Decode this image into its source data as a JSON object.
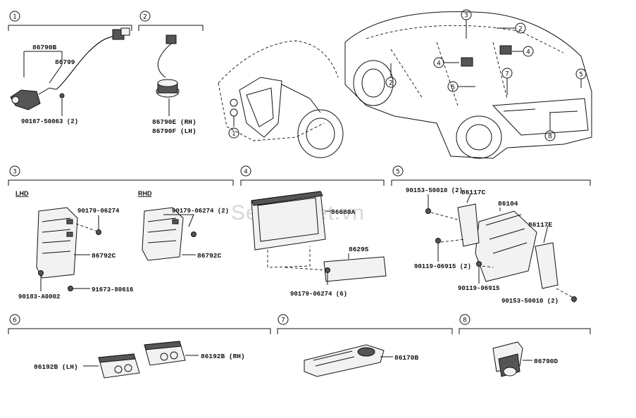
{
  "watermark": "SedanViet.vn",
  "sections": [
    {
      "num": "1",
      "parts": [
        "86790B",
        "86799",
        "90167-50063 (2)"
      ]
    },
    {
      "num": "2",
      "parts": [
        "86790E (RH)",
        "86790F (LH)"
      ]
    },
    {
      "num": "3",
      "lhd_label": "LHD",
      "rhd_label": "RHD",
      "lhd_parts": [
        "90179-06274",
        "86792C",
        "90183-A0002",
        "91673-80616"
      ],
      "rhd_parts": [
        "90179-06274 (2)",
        "86792C"
      ]
    },
    {
      "num": "4",
      "parts": [
        "86680A",
        "86295",
        "90179-06274 (6)"
      ]
    },
    {
      "num": "5",
      "parts": [
        "90153-50010 (2)",
        "86117C",
        "86104",
        "86117E",
        "90119-06915 (2)",
        "90119-06915",
        "90153-50010 (2)"
      ]
    },
    {
      "num": "6",
      "parts": [
        "86192B (LH)",
        "86192B (RH)"
      ]
    },
    {
      "num": "7",
      "parts": [
        "86170B"
      ]
    },
    {
      "num": "8",
      "parts": [
        "86790D"
      ]
    }
  ],
  "vehicle_callouts": [
    "1",
    "2",
    "3",
    "4",
    "5",
    "6",
    "7",
    "8"
  ],
  "icons": [
    "camera-icon",
    "cable-icon",
    "control-module-icon",
    "display-screen-icon",
    "remote-controller-icon",
    "connector-icon",
    "bracket-icon",
    "bolt-icon"
  ]
}
